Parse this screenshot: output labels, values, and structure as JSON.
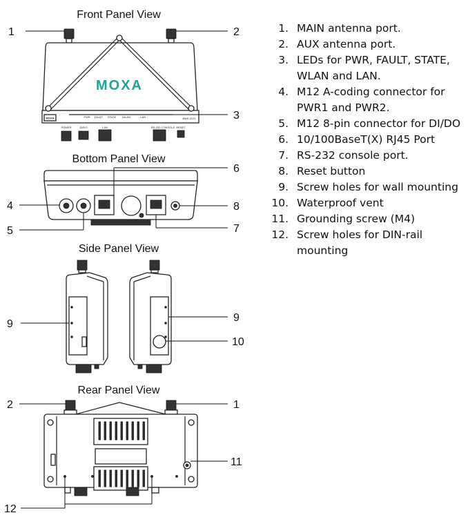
{
  "views": {
    "front": "Front Panel View",
    "bottom": "Bottom Panel View",
    "side": "Side Panel View",
    "rear": "Rear Panel View"
  },
  "logo": "MOXA",
  "logo_small": "MOXA",
  "model_text": "AWK-4121",
  "led_labels": [
    "PWR",
    "FAULT",
    "STATE",
    "WLAN",
    "LAN"
  ],
  "port_labels": [
    "POWER",
    "DI/DO",
    "LAN",
    "RS-232 CONSOLE",
    "RESET"
  ],
  "callouts": {
    "front_main": "1",
    "front_aux": "2",
    "front_leds": "3",
    "bottom_m12a": "4",
    "bottom_m12pin": "5",
    "bottom_rj45": "6",
    "bottom_console": "7",
    "bottom_reset": "8",
    "side_left_holes": "9",
    "side_right_holes": "9",
    "side_vent": "10",
    "rear_aux": "2",
    "rear_main": "1",
    "rear_ground": "11",
    "rear_din": "12"
  },
  "legend": [
    {
      "num": "1.",
      "text": "MAIN antenna port."
    },
    {
      "num": "2.",
      "text": "AUX antenna port."
    },
    {
      "num": "3.",
      "text": "LEDs for PWR, FAULT, STATE, WLAN and LAN."
    },
    {
      "num": "4.",
      "text": "M12 A-coding connector for PWR1 and PWR2."
    },
    {
      "num": "5.",
      "text": "M12 8-pin connector for DI/DO"
    },
    {
      "num": "6.",
      "text": "10/100BaseT(X) RJ45 Port"
    },
    {
      "num": "7.",
      "text": "RS-232 console port."
    },
    {
      "num": "8.",
      "text": "Reset button"
    },
    {
      "num": "9.",
      "text": "Screw holes for wall mounting"
    },
    {
      "num": "10.",
      "text": "Waterproof vent"
    },
    {
      "num": "11.",
      "text": "Grounding screw (M4)"
    },
    {
      "num": "12.",
      "text": "Screw holes for DIN-rail mounting"
    }
  ]
}
